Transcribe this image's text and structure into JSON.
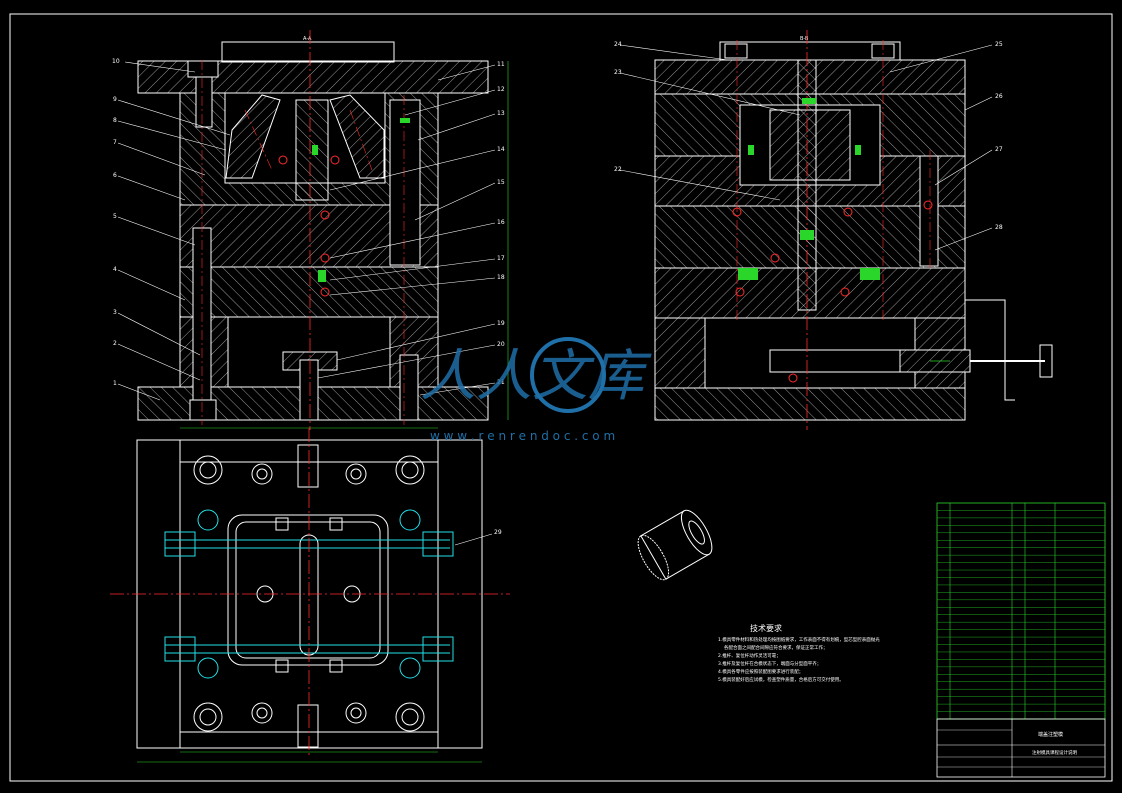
{
  "drawing": {
    "section_a": "A-A",
    "section_b": "B-B",
    "callouts_left": [
      "10",
      "9",
      "8",
      "7",
      "6",
      "5",
      "4",
      "3",
      "2",
      "1"
    ],
    "callouts_mid": [
      "11",
      "12",
      "13",
      "14",
      "15",
      "16",
      "17",
      "18",
      "19",
      "20",
      "21"
    ],
    "callouts_right_left": [
      "24",
      "23",
      "22"
    ],
    "callouts_right_right": [
      "25",
      "26",
      "27",
      "28"
    ],
    "callout_plan": "29"
  },
  "watermark": {
    "text": "人人文库",
    "url": "w w w . r e n r e n d o c . c o m"
  },
  "tech_req": {
    "title": "技术要求",
    "lines": [
      "1.模具零件材料和热处理均按图纸要求，工作表面不得有划痕，型芯型腔表面抛光",
      "各配合面之间配合间隙应符合要求，保证正常工作；",
      "2.推杆、复位杆动作灵活可靠；",
      "3.推杆及复位杆在合模状态下，端面与分型面平齐；",
      "4.模具各零件应按照装配图要求进行装配；",
      "5.模具装配好后应试模，检查塑件质量，合格后方可交付使用。"
    ]
  },
  "title_block": {
    "title": "端盖注塑模",
    "school": "注射模具课程设计说明",
    "rows_count": 29
  },
  "colors": {
    "line": "#ffffff",
    "center": "#ff2a2a",
    "dim": "#2bd62b",
    "cyan": "#22e0e8",
    "watermark": "#1f6fa8"
  }
}
